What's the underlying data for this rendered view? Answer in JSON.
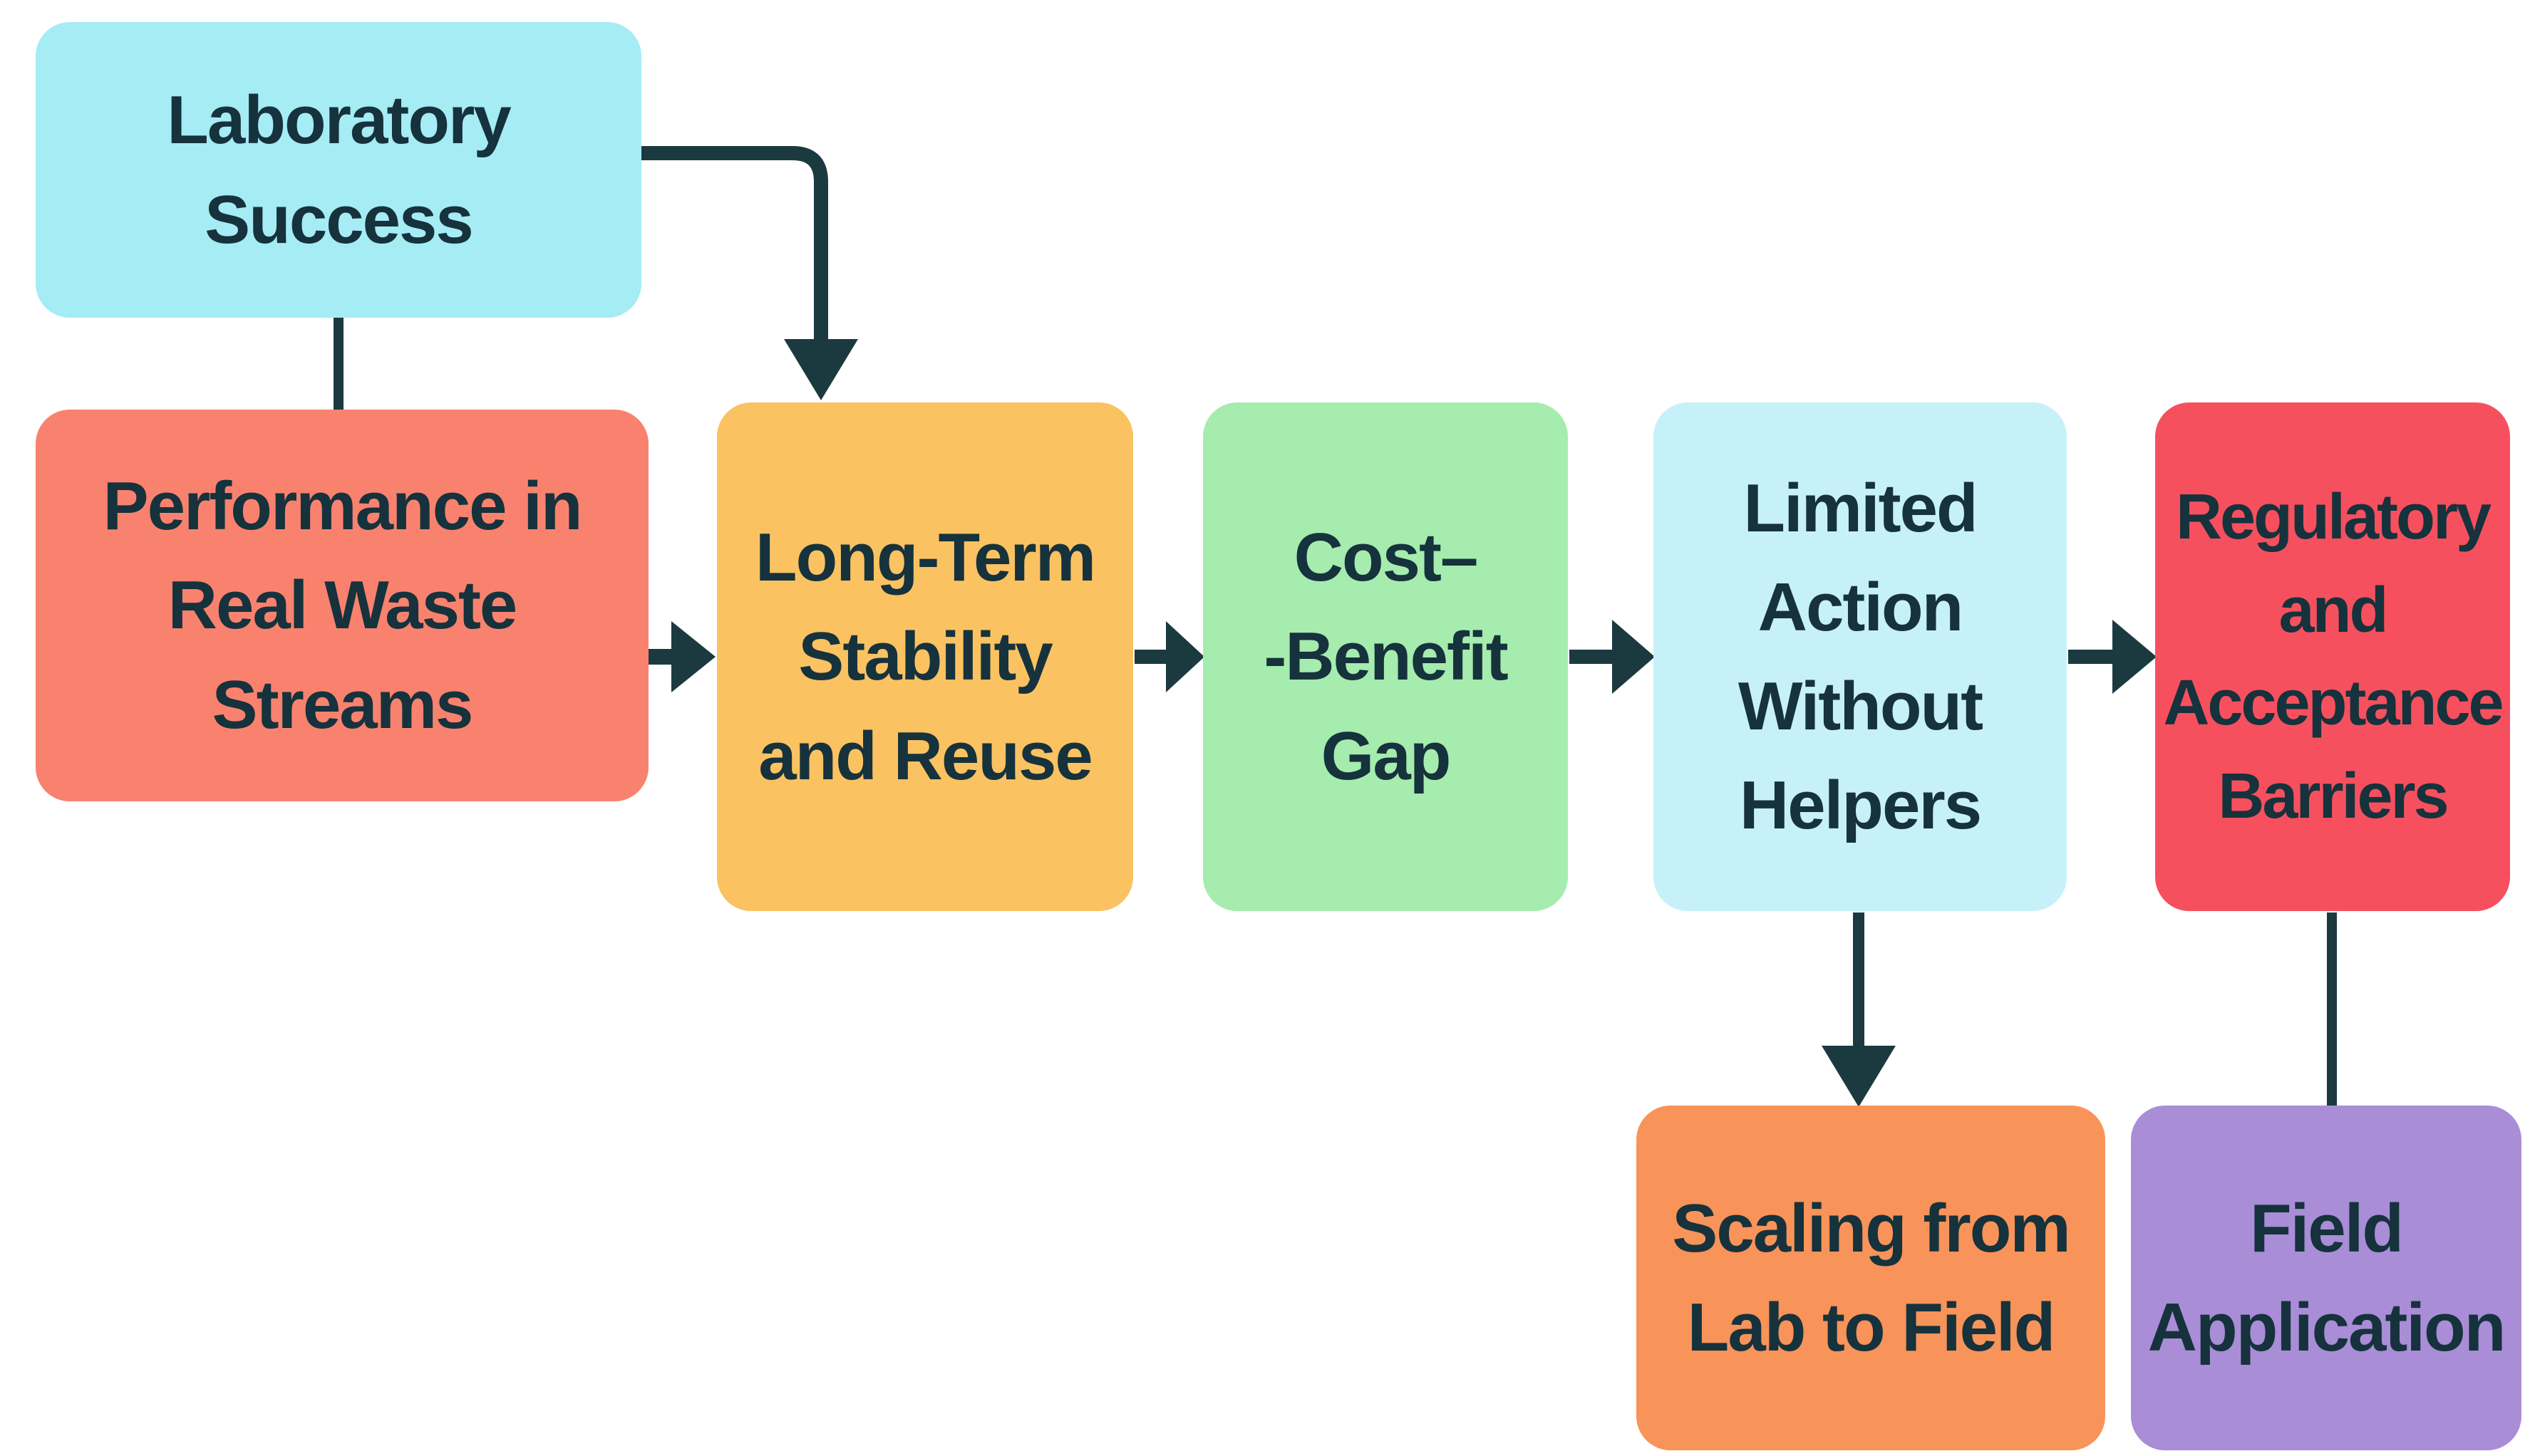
{
  "diagram": {
    "title": "Lab-to-field translation barriers flowchart",
    "background_color": "#ffffff",
    "text_color": "#16323c",
    "connector_color": "#1b3a40",
    "nodes": [
      {
        "id": "laboratory-success",
        "label": "Laboratory\nSuccess",
        "color": "#a5ecf5"
      },
      {
        "id": "performance-real-waste",
        "label": "Performance in\nReal Waste\nStreams",
        "color": "#f9826f"
      },
      {
        "id": "long-term-stability",
        "label": "Long-Term\nStability\nand Reuse",
        "color": "#fbc262"
      },
      {
        "id": "cost-benefit-gap",
        "label": "Cost–\n-Benefit\nGap",
        "color": "#a5ecae"
      },
      {
        "id": "limited-action",
        "label": "Limited\nAction\nWithout\nHelpers",
        "color": "#c7f1f8"
      },
      {
        "id": "regulatory-barriers",
        "label": "Regulatory\nand\nAcceptance\nBarriers",
        "color": "#f6505f"
      },
      {
        "id": "scaling-lab-field",
        "label": "Scaling from\nLab to Field",
        "color": "#f8935a"
      },
      {
        "id": "field-application",
        "label": "Field\nApplication",
        "color": "#a98dd7"
      }
    ],
    "edges": [
      {
        "from": "laboratory-success",
        "to": "performance-real-waste",
        "style": "plain-line"
      },
      {
        "from": "laboratory-success",
        "to": "long-term-stability",
        "style": "elbow-arrow"
      },
      {
        "from": "performance-real-waste",
        "to": "long-term-stability",
        "style": "arrow"
      },
      {
        "from": "long-term-stability",
        "to": "cost-benefit-gap",
        "style": "arrow"
      },
      {
        "from": "cost-benefit-gap",
        "to": "limited-action",
        "style": "arrow"
      },
      {
        "from": "limited-action",
        "to": "regulatory-barriers",
        "style": "arrow"
      },
      {
        "from": "limited-action",
        "to": "scaling-lab-field",
        "style": "arrow"
      },
      {
        "from": "regulatory-barriers",
        "to": "field-application",
        "style": "plain-line"
      }
    ]
  }
}
